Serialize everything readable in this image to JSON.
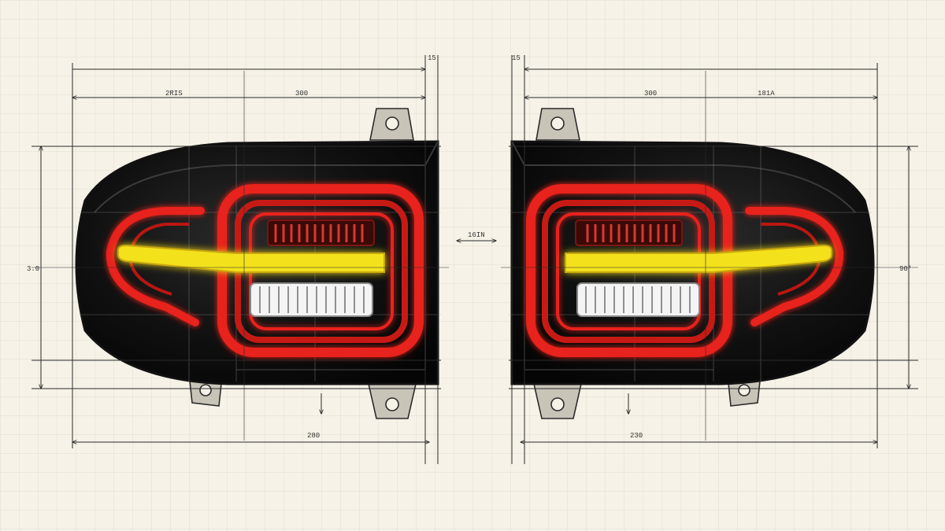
{
  "colors": {
    "paper": "#f6f2e7",
    "grid": "#d9d3c2",
    "ink": "#2b2b2b",
    "housing": "#0d0d0d",
    "red_led": "#e8211b",
    "amber_led": "#f3e11c",
    "white_led": "#f4f4f4"
  },
  "icons": [
    "mounting-tab-icon",
    "double-arrow-icon",
    "down-arrow-icon"
  ],
  "left_lamp": {
    "top_dims": {
      "overall": "",
      "partial": "2RIS",
      "main": "300",
      "tab": "15"
    },
    "side_dim": "3.0",
    "bottom_dim": "280"
  },
  "right_lamp": {
    "top_dims": {
      "overall": "",
      "partial": "181A",
      "main": "300",
      "tab": "15"
    },
    "side_dim": "90'",
    "bottom_dim": "230"
  },
  "center_dim": "16IN"
}
